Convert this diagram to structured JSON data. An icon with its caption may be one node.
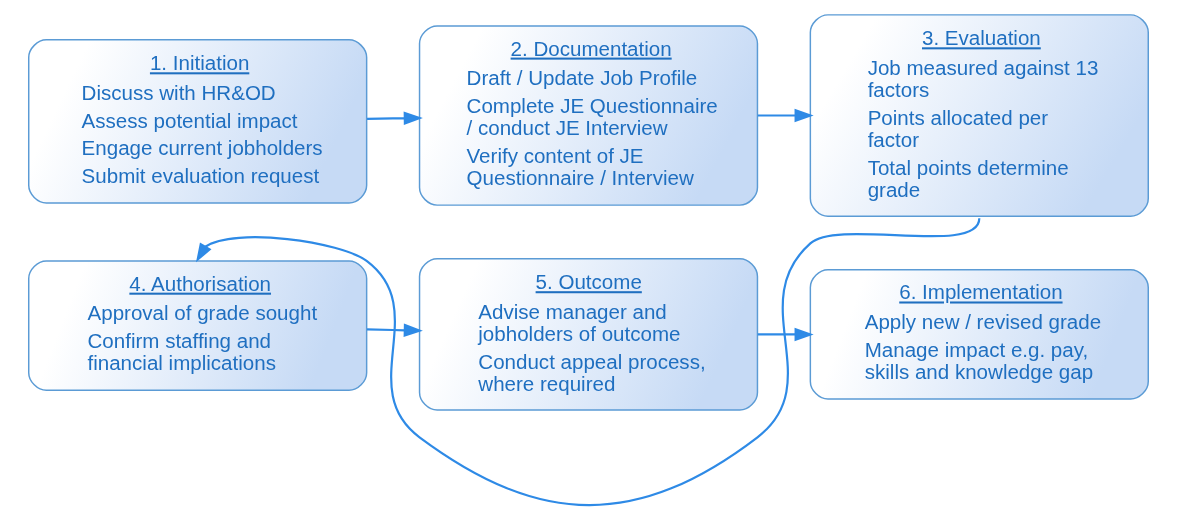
{
  "diagram": {
    "nodes": [
      {
        "text": [
          "1. Initiation",
          "Discuss with HR&OD",
          "Assess potential impact",
          "Engage current jobholders",
          "Submit evaluation request"
        ]
      },
      {
        "text": [
          "2. Documentation",
          "Draft / Update Job Profile",
          "Complete JE Questionnaire / conduct JE Interview",
          "Verify content of JE Questionnaire / Interview"
        ]
      },
      {
        "text": [
          "3. Evaluation",
          "Job measured against 13 factors",
          "Points allocated per factor",
          "Total points determine grade"
        ]
      },
      {
        "text": [
          "4. Authorisation",
          "Approval of grade sought",
          "Confirm staffing and financial implications"
        ]
      },
      {
        "text": [
          "5. Outcome",
          "Advise manager and jobholders of outcome",
          "Conduct appeal process, where required"
        ]
      },
      {
        "text": [
          "6. Implementation",
          "Apply new / revised grade",
          "Manage impact e.g. pay, skills and knowledge gap"
        ]
      }
    ],
    "edges": [
      {
        "from": 0,
        "to": 1,
        "arrow": "to"
      },
      {
        "from": 1,
        "to": 2,
        "arrow": "to"
      },
      {
        "from": 2,
        "to": 3,
        "arrow": "to"
      },
      {
        "from": 3,
        "to": 4,
        "arrow": "to"
      },
      {
        "from": 4,
        "to": 5,
        "arrow": "to"
      }
    ]
  }
}
